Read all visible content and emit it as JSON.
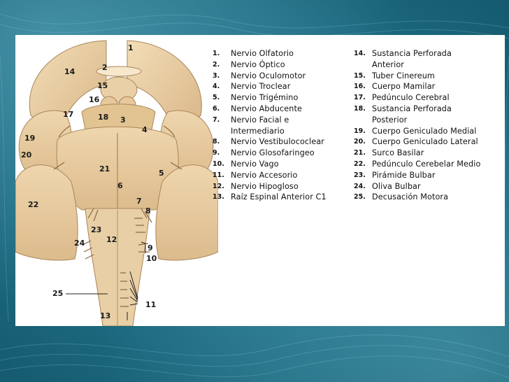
{
  "figure": {
    "labels": [
      "1",
      "2",
      "14",
      "15",
      "16",
      "17",
      "18",
      "3",
      "4",
      "19",
      "20",
      "21",
      "5",
      "6",
      "7",
      "8",
      "22",
      "23",
      "12",
      "24",
      "9",
      "10",
      "25",
      "11",
      "13"
    ]
  },
  "legend": {
    "col1": [
      {
        "n": "1.",
        "t": "Nervio Olfatorio"
      },
      {
        "n": "2.",
        "t": "Nervio Óptico"
      },
      {
        "n": "3.",
        "t": "Nervio Oculomotor"
      },
      {
        "n": "4.",
        "t": "Nervio Troclear"
      },
      {
        "n": "5.",
        "t": "Nervio Trigémino"
      },
      {
        "n": "6.",
        "t": "Nervio Abducente"
      },
      {
        "n": "7.",
        "t": "Nervio Facial e"
      },
      {
        "n": "",
        "t": "Intermediario"
      },
      {
        "n": "8.",
        "t": "Nervio Vestibulococlear"
      },
      {
        "n": "9.",
        "t": "Nervio Glosofaringeo"
      },
      {
        "n": "10.",
        "t": "Nervio Vago"
      },
      {
        "n": "11.",
        "t": "Nervio Accesorio"
      },
      {
        "n": "12.",
        "t": "Nervio Hipogloso"
      },
      {
        "n": "13.",
        "t": "Raíz Espinal Anterior C1"
      }
    ],
    "col2": [
      {
        "n": "14.",
        "t": "Sustancia Perforada"
      },
      {
        "n": "",
        "t": "Anterior"
      },
      {
        "n": "15.",
        "t": "Tuber Cinereum"
      },
      {
        "n": "16.",
        "t": "Cuerpo Mamilar"
      },
      {
        "n": "17.",
        "t": "Pedúnculo Cerebral"
      },
      {
        "n": "18.",
        "t": "Sustancia Perforada"
      },
      {
        "n": "",
        "t": "Posterior"
      },
      {
        "n": "19.",
        "t": "Cuerpo Geniculado Medial"
      },
      {
        "n": "20.",
        "t": "Cuerpo Geniculado Lateral"
      },
      {
        "n": "21.",
        "t": "Surco Basilar"
      },
      {
        "n": "22.",
        "t": "Pedúnculo Cerebelar Medio"
      },
      {
        "n": "23.",
        "t": "Pirámide Bulbar"
      },
      {
        "n": "24.",
        "t": "Oliva Bulbar"
      },
      {
        "n": "25.",
        "t": "Decusación Motora"
      }
    ]
  }
}
